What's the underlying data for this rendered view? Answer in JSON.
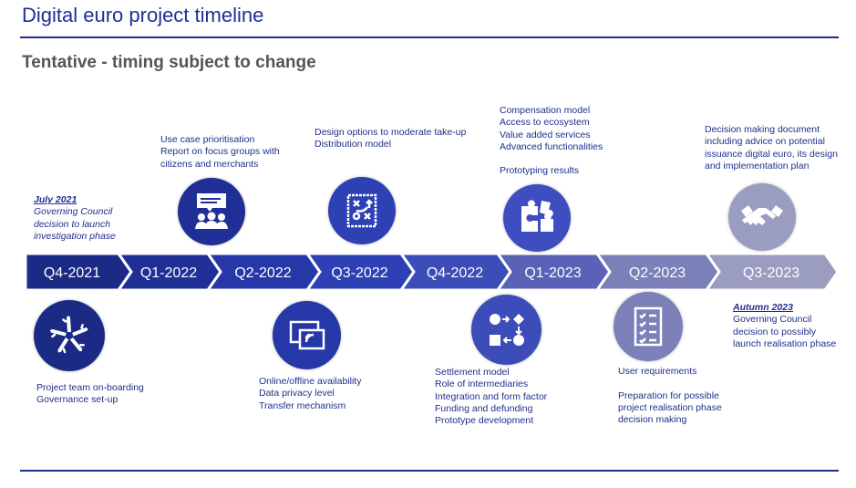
{
  "title": "Digital euro project timeline",
  "subtitle": "Tentative - timing subject to change",
  "quarters": [
    {
      "label": "Q4-2021",
      "color": "#1b2a84"
    },
    {
      "label": "Q1-2022",
      "color": "#1f2f96"
    },
    {
      "label": "Q2-2022",
      "color": "#2637a8"
    },
    {
      "label": "Q3-2022",
      "color": "#2d40b4"
    },
    {
      "label": "Q4-2022",
      "color": "#3c4cb8"
    },
    {
      "label": "Q1-2023",
      "color": "#5a62b8"
    },
    {
      "label": "Q2-2023",
      "color": "#7b80b8"
    },
    {
      "label": "Q3-2023",
      "color": "#9a9cc0"
    }
  ],
  "milestones": {
    "start": {
      "date": "July 2021",
      "lines": [
        "Governing Council",
        "decision to launch",
        "investigation phase"
      ]
    },
    "end": {
      "date": "Autumn 2023",
      "lines": [
        "Governing Council",
        "decision to possibly",
        "launch realisation phase"
      ]
    }
  },
  "items": {
    "q4_2021": [
      "Project team  on-boarding",
      "Governance set-up"
    ],
    "q1_2022": [
      "Use case prioritisation",
      "Report on focus groups with",
      "citizens and merchants"
    ],
    "q2_2022": [
      "Online/offline availability",
      "Data privacy level",
      "Transfer mechanism"
    ],
    "q3_2022": [
      "Design options to moderate take-up",
      "Distribution model"
    ],
    "q4_2022": [
      "Settlement model",
      "Role of intermediaries",
      "Integration and form factor",
      "Funding and defunding",
      "Prototype development"
    ],
    "q1_2023": [
      "Compensation model",
      "Access to ecosystem",
      "Value added services",
      "Advanced functionalities",
      "",
      "Prototyping results"
    ],
    "q2_2023": [
      "User requirements",
      "",
      "Preparation for possible",
      "project realisation phase",
      "decision making"
    ],
    "q3_2023": [
      "Decision making document",
      "including advice on potential",
      "issuance digital euro, its design",
      "and implementation plan"
    ]
  }
}
